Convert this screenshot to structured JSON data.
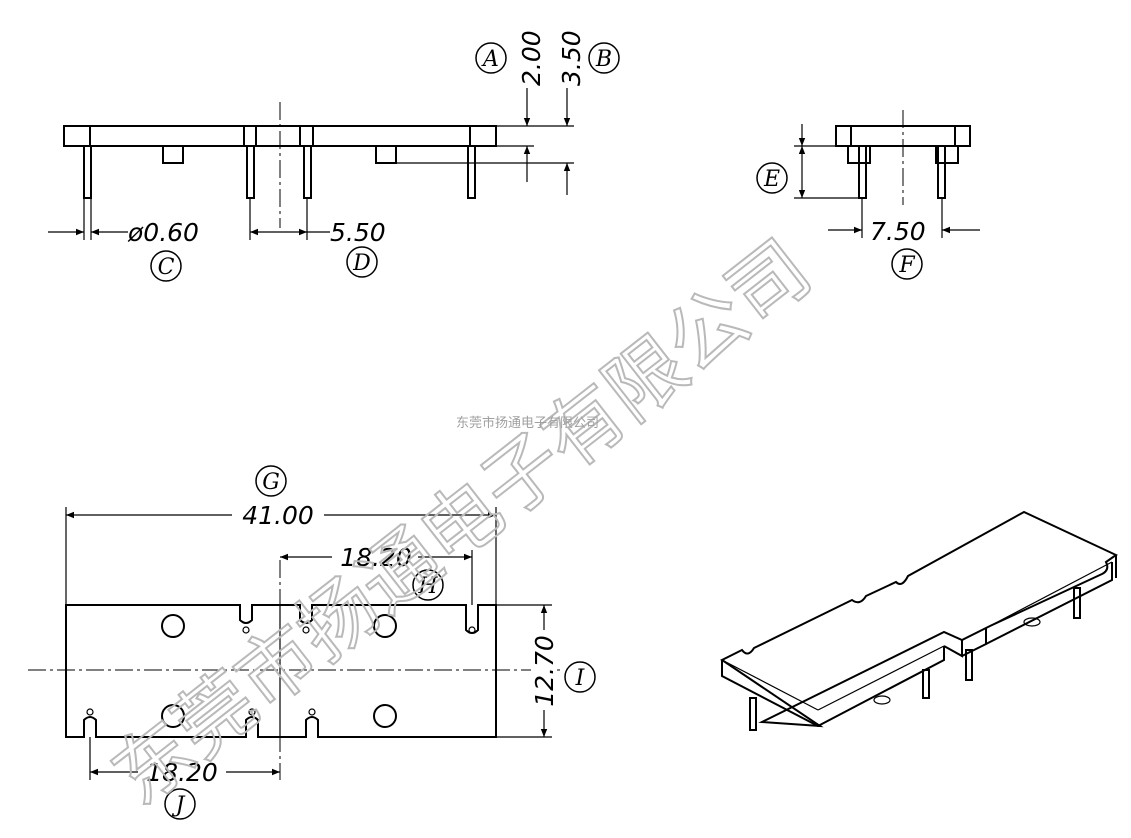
{
  "dimensions": {
    "A": {
      "label": "A",
      "value": "2.00"
    },
    "B": {
      "label": "B",
      "value": "3.50"
    },
    "C": {
      "label": "C",
      "value": "ø0.60"
    },
    "D": {
      "label": "D",
      "value": "5.50"
    },
    "E": {
      "label": "E",
      "value": ""
    },
    "F": {
      "label": "F",
      "value": "7.50"
    },
    "G": {
      "label": "G",
      "value": "41.00"
    },
    "H": {
      "label": "H",
      "value": "18.20"
    },
    "I": {
      "label": "I",
      "value": "12.70"
    },
    "J": {
      "label": "J",
      "value": "18.20"
    }
  },
  "watermark": {
    "large": "东莞市扬通电子有限公司",
    "small": "东莞市扬通电子有限公司"
  }
}
